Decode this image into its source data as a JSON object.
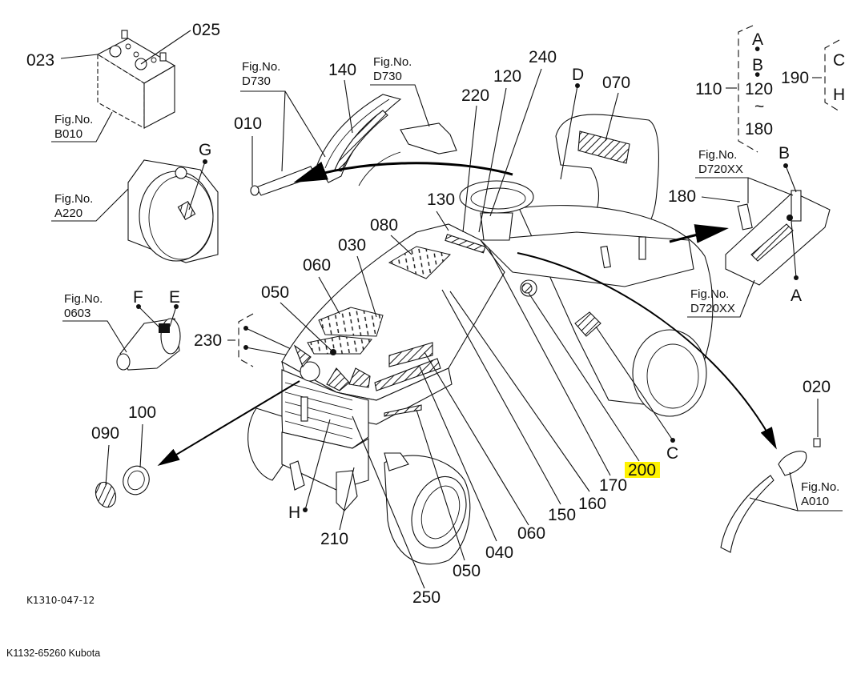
{
  "diagram": {
    "title_code": "K1310-047-12",
    "footer": "K1132-65260 Kubota",
    "highlight_color": "#fff200",
    "fig_refs": [
      {
        "id": "battery",
        "label": "Fig.No.",
        "code": "B010"
      },
      {
        "id": "radiator",
        "label": "Fig.No.",
        "code": "A220"
      },
      {
        "id": "air-cleaner",
        "label": "Fig.No.",
        "code": "0603"
      },
      {
        "id": "lever-left",
        "label": "Fig.No.",
        "code": "D730"
      },
      {
        "id": "bracket",
        "label": "Fig.No.",
        "code": "D730"
      },
      {
        "id": "shift-top",
        "label": "Fig.No.",
        "code": "D720XX"
      },
      {
        "id": "shift-bottom",
        "label": "Fig.No.",
        "code": "D720XX"
      },
      {
        "id": "pedal",
        "label": "Fig.No.",
        "code": "A010"
      }
    ],
    "callouts": {
      "c023": "023",
      "c025": "025",
      "c010": "010",
      "c140": "140",
      "c220": "220",
      "c120": "120",
      "c240": "240",
      "cD": "D",
      "c070": "070",
      "c110": "110",
      "c190": "190",
      "c180": "180",
      "cB_top": "B",
      "cA_right": "A",
      "cG": "G",
      "c130": "130",
      "c080": "080",
      "c030": "030",
      "c060_top": "060",
      "c050_top": "050",
      "c230": "230",
      "cF": "F",
      "cE": "E",
      "c100": "100",
      "c090": "090",
      "cH": "H",
      "c210": "210",
      "c250": "250",
      "c050_bottom": "050",
      "c040": "040",
      "c060_bottom": "060",
      "c150": "150",
      "c160": "160",
      "c170": "170",
      "c200": "200",
      "cC": "C",
      "c020": "020"
    },
    "range_group_110": {
      "items": [
        "A",
        "•",
        "B",
        "•",
        "120",
        "~",
        "180"
      ]
    },
    "range_group_190": {
      "items": [
        "C",
        "H"
      ]
    },
    "highlighted_callout": "200"
  }
}
